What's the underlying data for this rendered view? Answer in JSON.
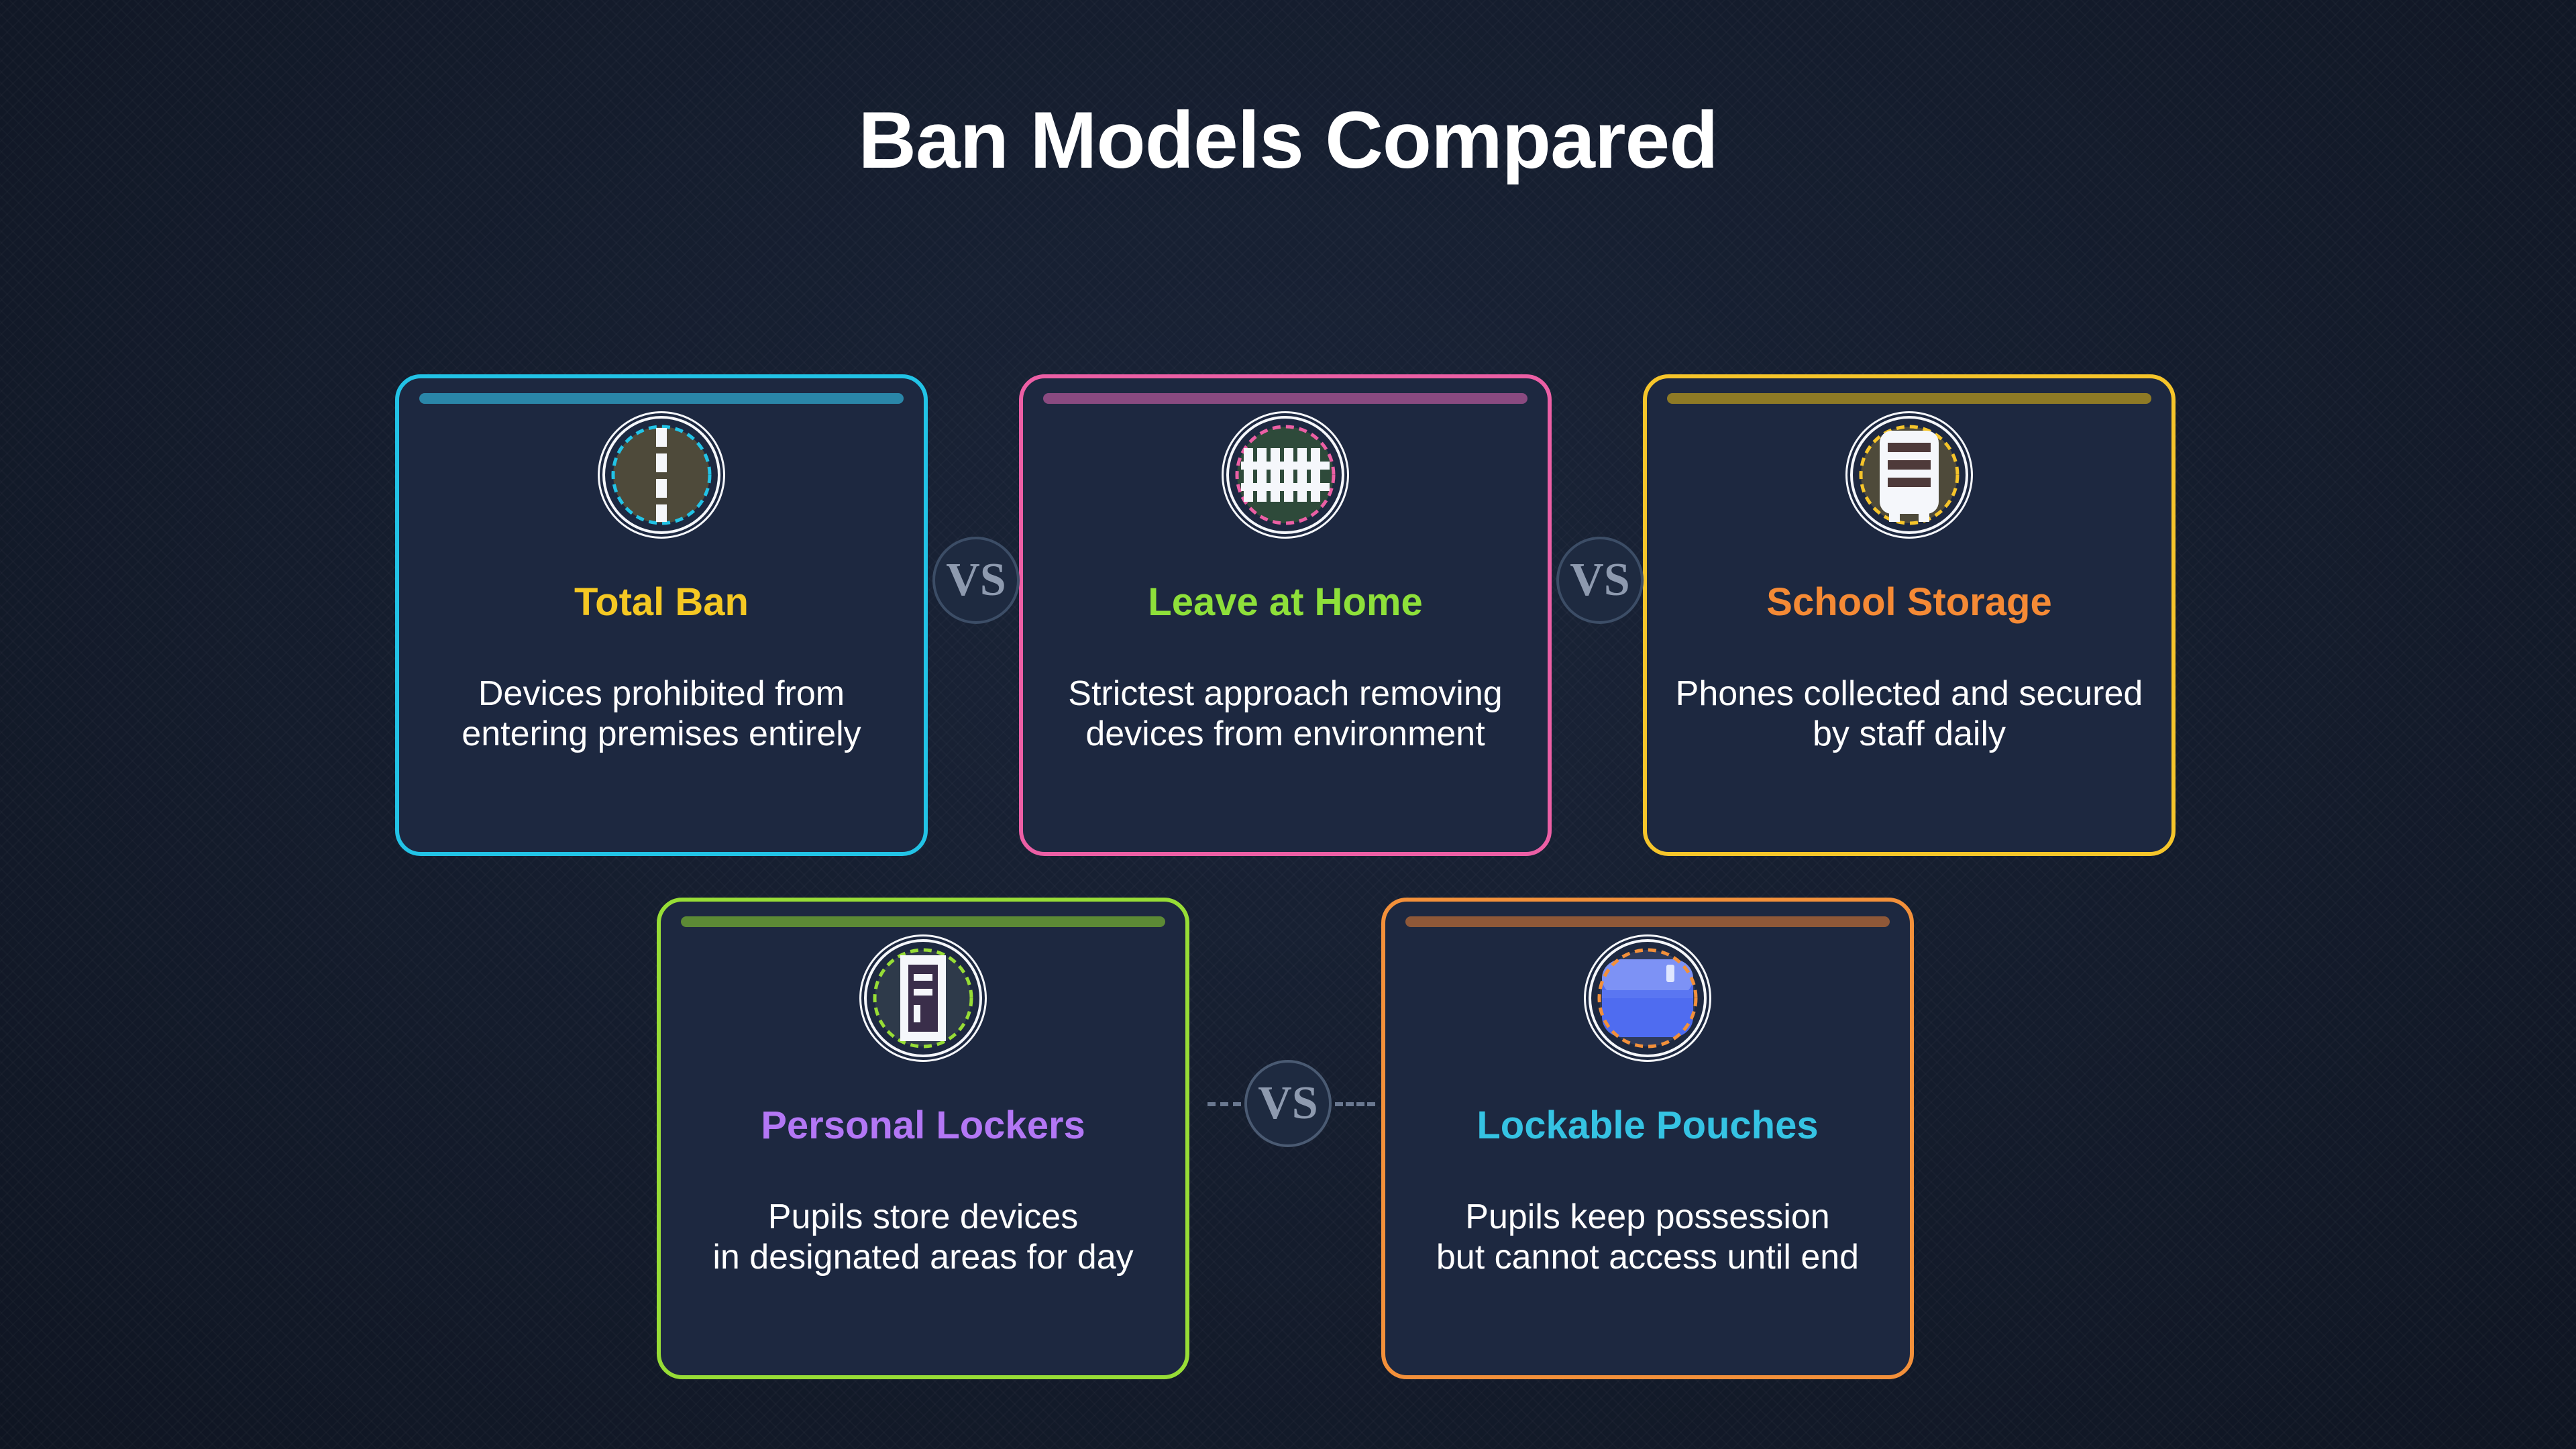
{
  "title": "Ban Models Compared",
  "vs_label": "VS",
  "cards": [
    {
      "name": "Total Ban",
      "description": "Devices prohibited from\nentering premises entirely",
      "icon": "road-icon",
      "border_color": "#22c3e6",
      "bar_color": "#2a86a8",
      "name_color": "#f5c823"
    },
    {
      "name": "Leave at Home",
      "description": "Strictest approach removing\ndevices from environment",
      "icon": "fence-icon",
      "border_color": "#ec5fa5",
      "bar_color": "#8a4a80",
      "name_color": "#8ee03a"
    },
    {
      "name": "School Storage",
      "description": "Phones collected and secured\nby staff daily",
      "icon": "storage-cabinet-icon",
      "border_color": "#f6c52a",
      "bar_color": "#8e7a25",
      "name_color": "#f58a35"
    },
    {
      "name": "Personal Lockers",
      "description": "Pupils store devices\nin designated areas for day",
      "icon": "locker-icon",
      "border_color": "#97dd36",
      "bar_color": "#5c8a35",
      "name_color": "#b377f5"
    },
    {
      "name": "Lockable Pouches",
      "description": "Pupils keep possession\nbut cannot access until end",
      "icon": "pouch-icon",
      "border_color": "#f3903a",
      "bar_color": "#8f5838",
      "name_color": "#35c3e3"
    }
  ]
}
